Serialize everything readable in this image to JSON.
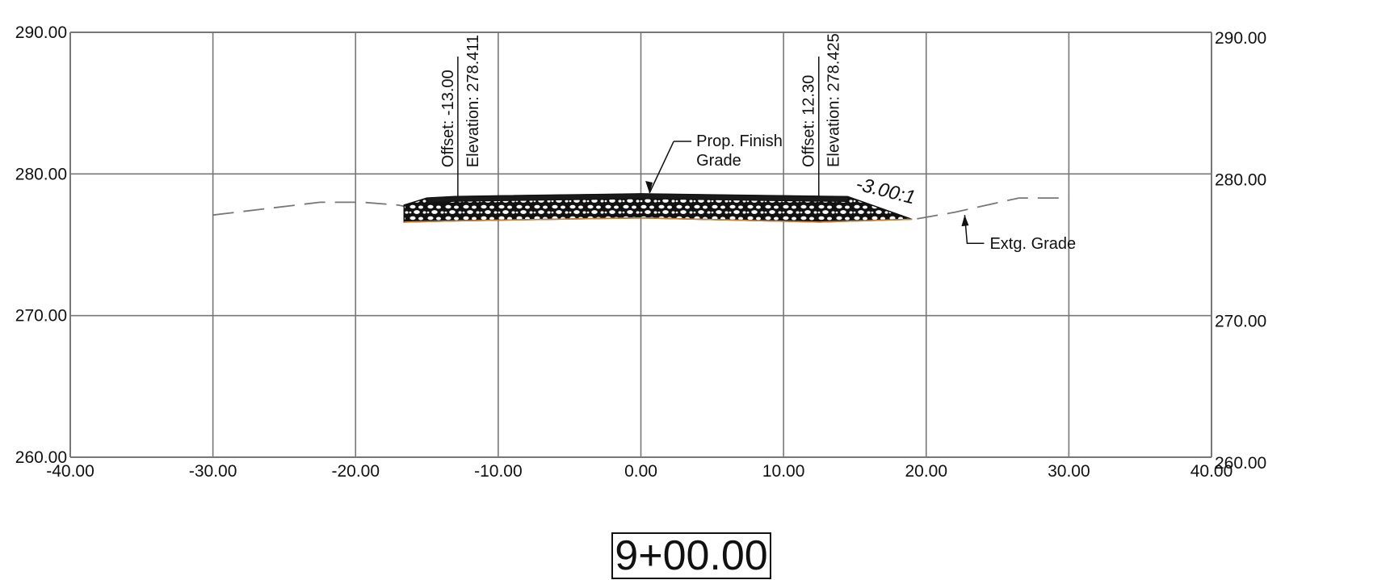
{
  "station": "9+00.00",
  "chart_data": {
    "type": "cross-section",
    "xlim": [
      -40,
      40
    ],
    "ylim": [
      260,
      290
    ],
    "x_ticks": [
      "-40.00",
      "-30.00",
      "-20.00",
      "-10.00",
      "0.00",
      "10.00",
      "20.00",
      "30.00",
      "40.00"
    ],
    "y_ticks": [
      "290.00",
      "280.00",
      "270.00",
      "260.00"
    ],
    "grid": true,
    "existing_grade": [
      [
        -30,
        277.1
      ],
      [
        -22.5,
        278.0
      ],
      [
        -19.5,
        278.0
      ],
      [
        -17.0,
        277.8
      ],
      [
        -15.0,
        277.4
      ],
      [
        -12.5,
        277.4
      ],
      [
        0,
        277.0
      ],
      [
        12.5,
        276.8
      ],
      [
        17.0,
        277.0
      ],
      [
        19.2,
        276.8
      ],
      [
        22.0,
        277.3
      ],
      [
        26.5,
        278.3
      ],
      [
        30.0,
        278.3
      ]
    ],
    "finish_grade": [
      [
        -15.0,
        278.3
      ],
      [
        -13.0,
        278.411
      ],
      [
        0,
        278.6
      ],
      [
        12.3,
        278.425
      ],
      [
        14.5,
        278.4
      ],
      [
        19.0,
        276.8
      ]
    ],
    "subgrade": [
      [
        -16.6,
        276.6
      ],
      [
        -12.5,
        276.7
      ],
      [
        0,
        276.9
      ],
      [
        12.5,
        276.6
      ],
      [
        19.0,
        276.8
      ]
    ],
    "annotations": [
      {
        "offset_label": "Offset: -13.00",
        "elevation_label": "Elevation: 278.411",
        "x": -13.0,
        "y": 278.411
      },
      {
        "offset_label": "Offset: 12.30",
        "elevation_label": "Elevation: 278.425",
        "x": 12.3,
        "y": 278.425
      }
    ],
    "prop_finish_grade_label": [
      "Prop. Finish",
      "Grade"
    ],
    "existing_grade_label": "Extg. Grade",
    "slope_label": "-3.00:1"
  }
}
